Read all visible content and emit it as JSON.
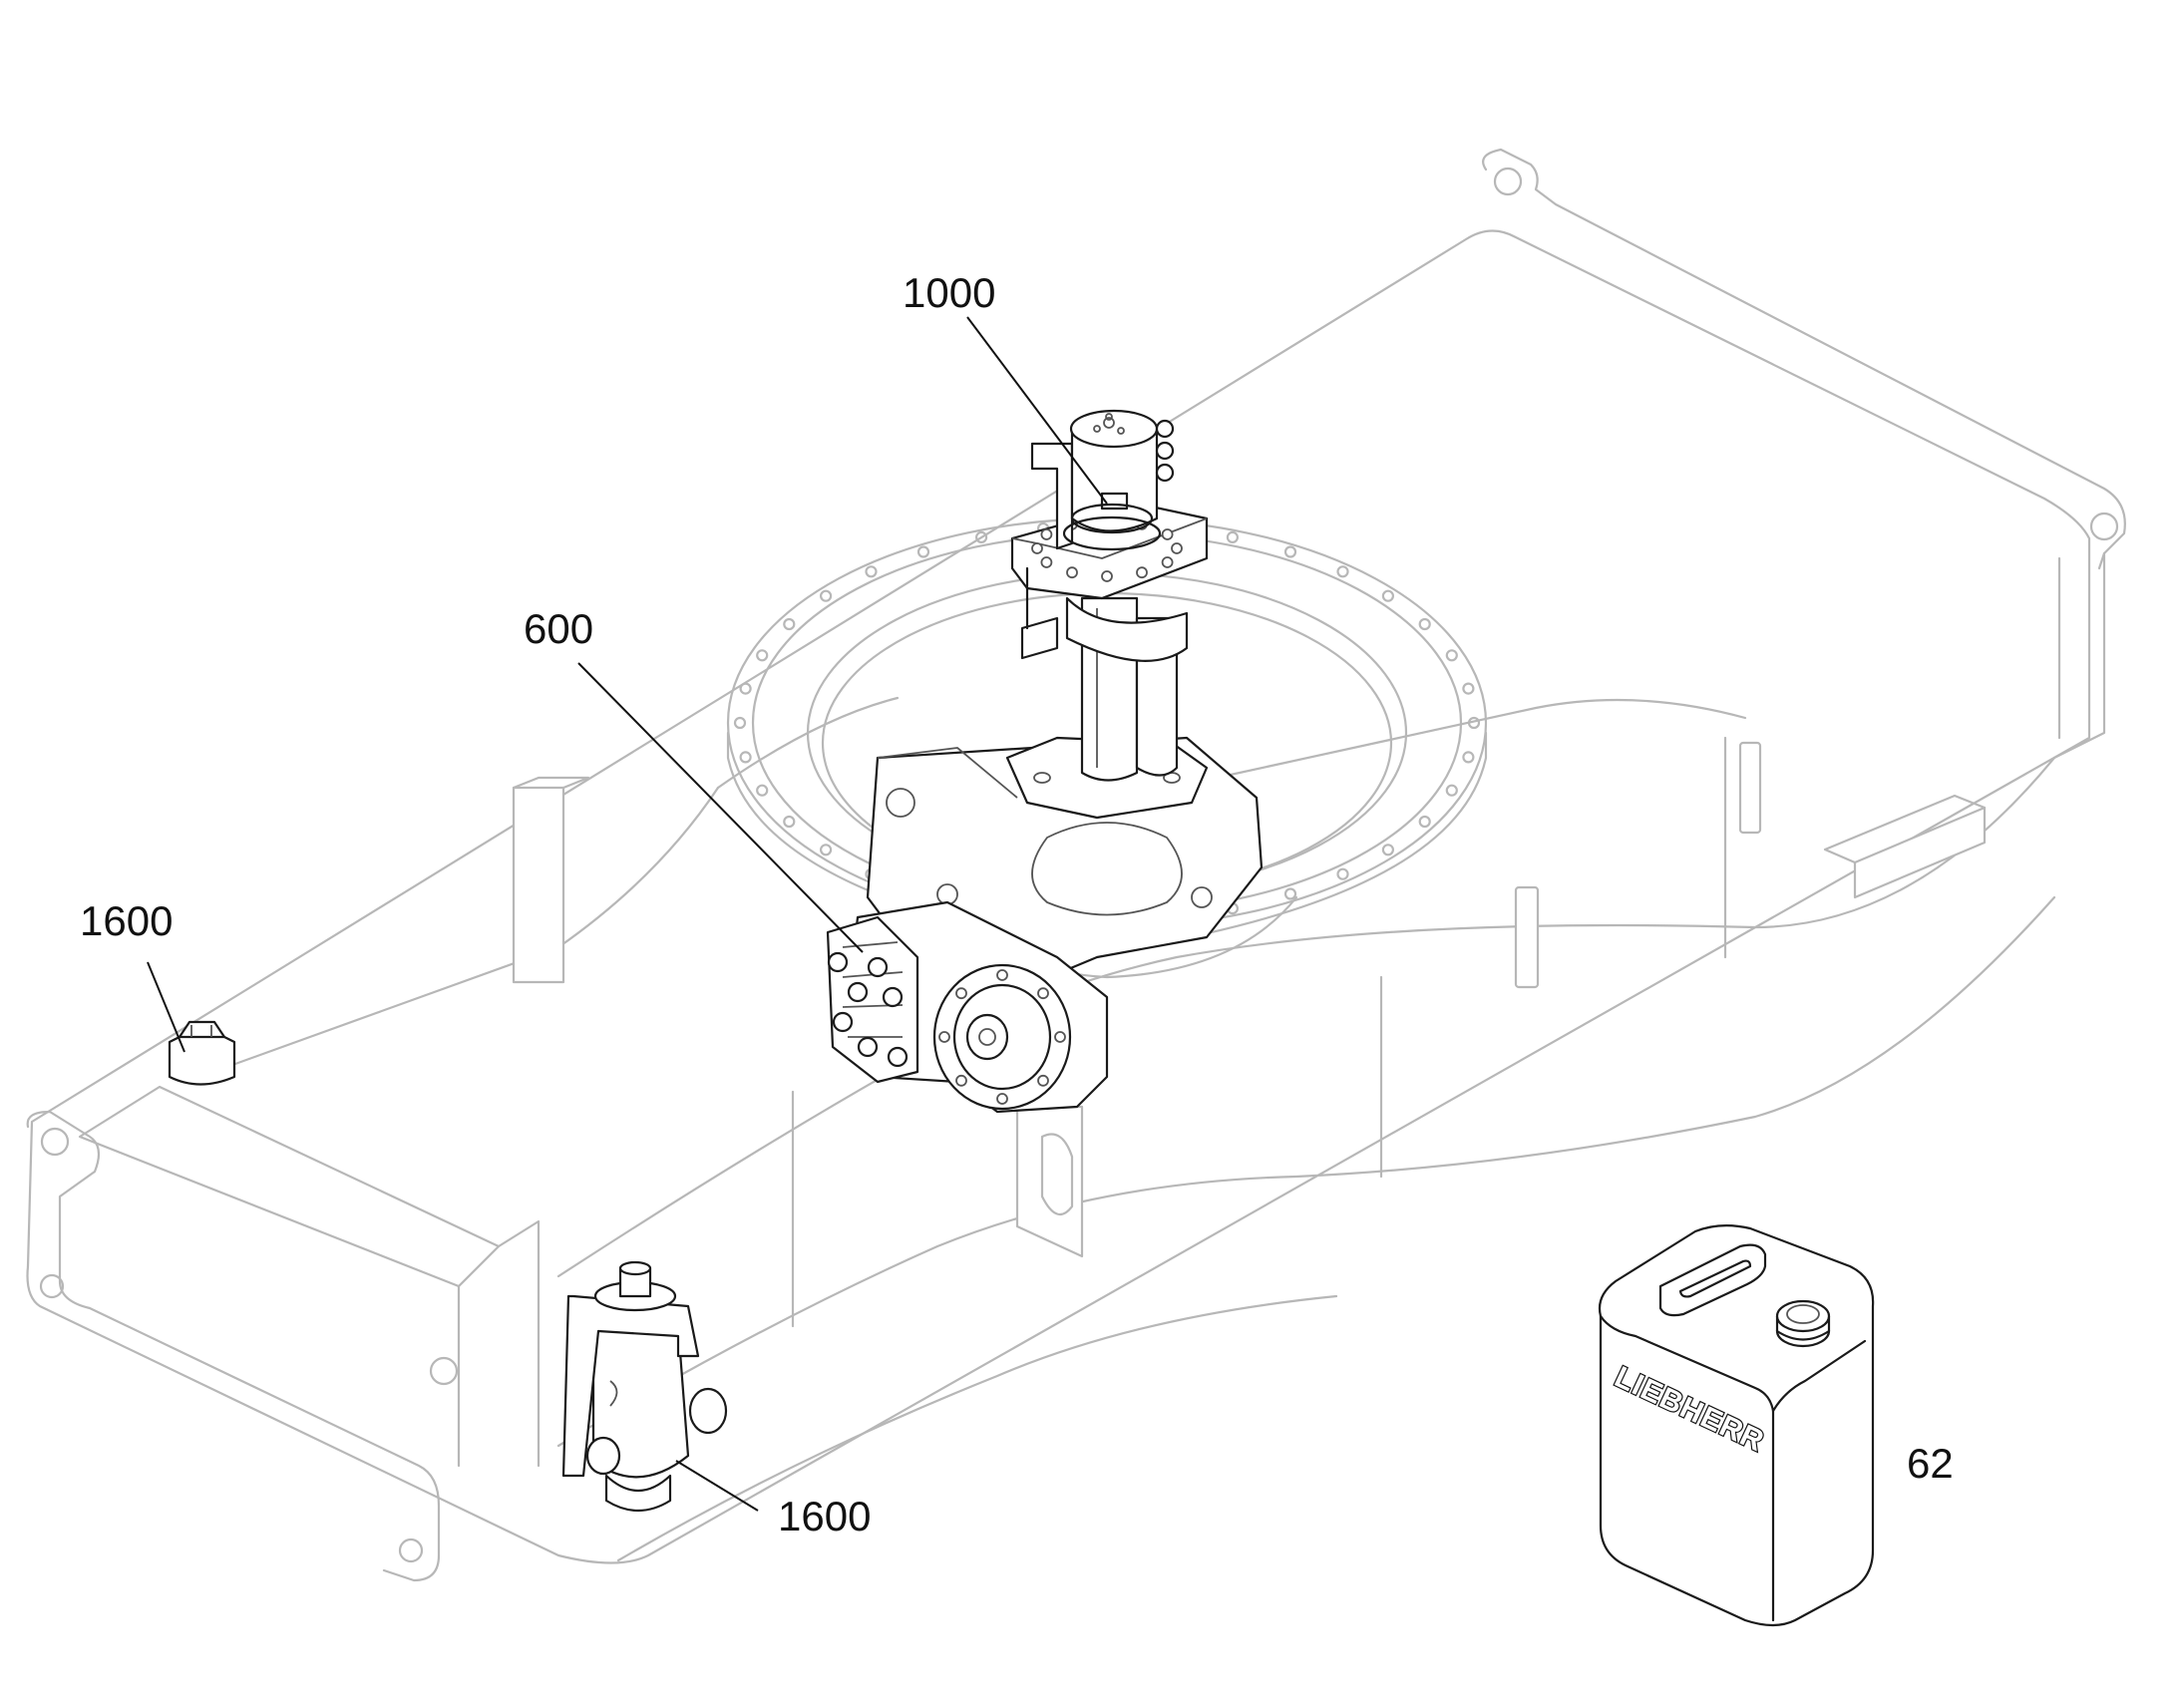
{
  "parts": [
    {
      "id": "swivel",
      "label": "1000",
      "description_visible": false
    },
    {
      "id": "drive",
      "label": "600",
      "description_visible": false
    },
    {
      "id": "cylinder_left",
      "label": "1600",
      "description_visible": false
    },
    {
      "id": "cylinder_front",
      "label": "1600",
      "description_visible": false
    },
    {
      "id": "oil_canister",
      "label": "62",
      "description_visible": false
    }
  ],
  "canister_brand": "LIEBHERR",
  "colors": {
    "line": "#1a1a1a",
    "faint": "#b7b7b7",
    "background": "#ffffff"
  }
}
